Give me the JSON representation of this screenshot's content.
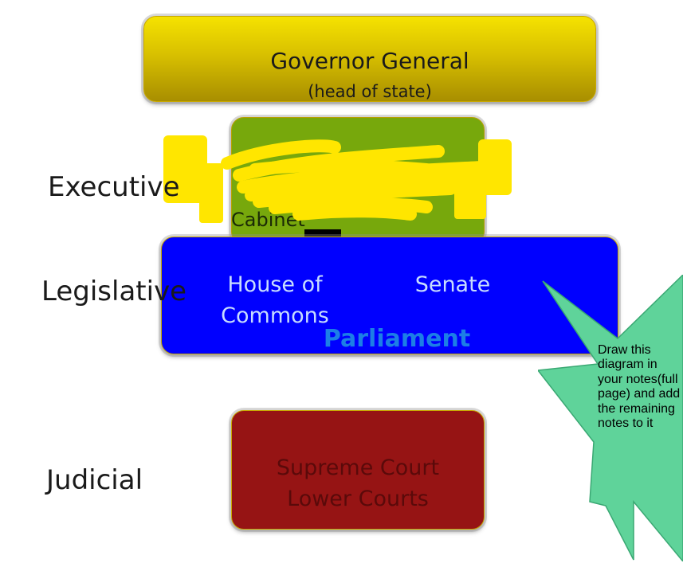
{
  "governor_general": {
    "title": "Governor General",
    "subtitle": "(head of state)"
  },
  "executive": {
    "visible_text": "Cabinet",
    "scribble_color": "#ffe600",
    "box_color": "#77a80c"
  },
  "parliament": {
    "house_of_commons": "House of Commons",
    "senate": "Senate",
    "title": "Parliament",
    "box_color": "#0000ff"
  },
  "judicial": {
    "line1": "Supreme Court",
    "line2": "Lower Courts",
    "box_color": "#961414"
  },
  "branches": {
    "executive": "Executive",
    "legislative": "Legislative",
    "judicial": "Judicial"
  },
  "note": {
    "text": "Draw this diagram in your notes(full page) and add the remaining notes to it",
    "color": "#5fd39a"
  }
}
